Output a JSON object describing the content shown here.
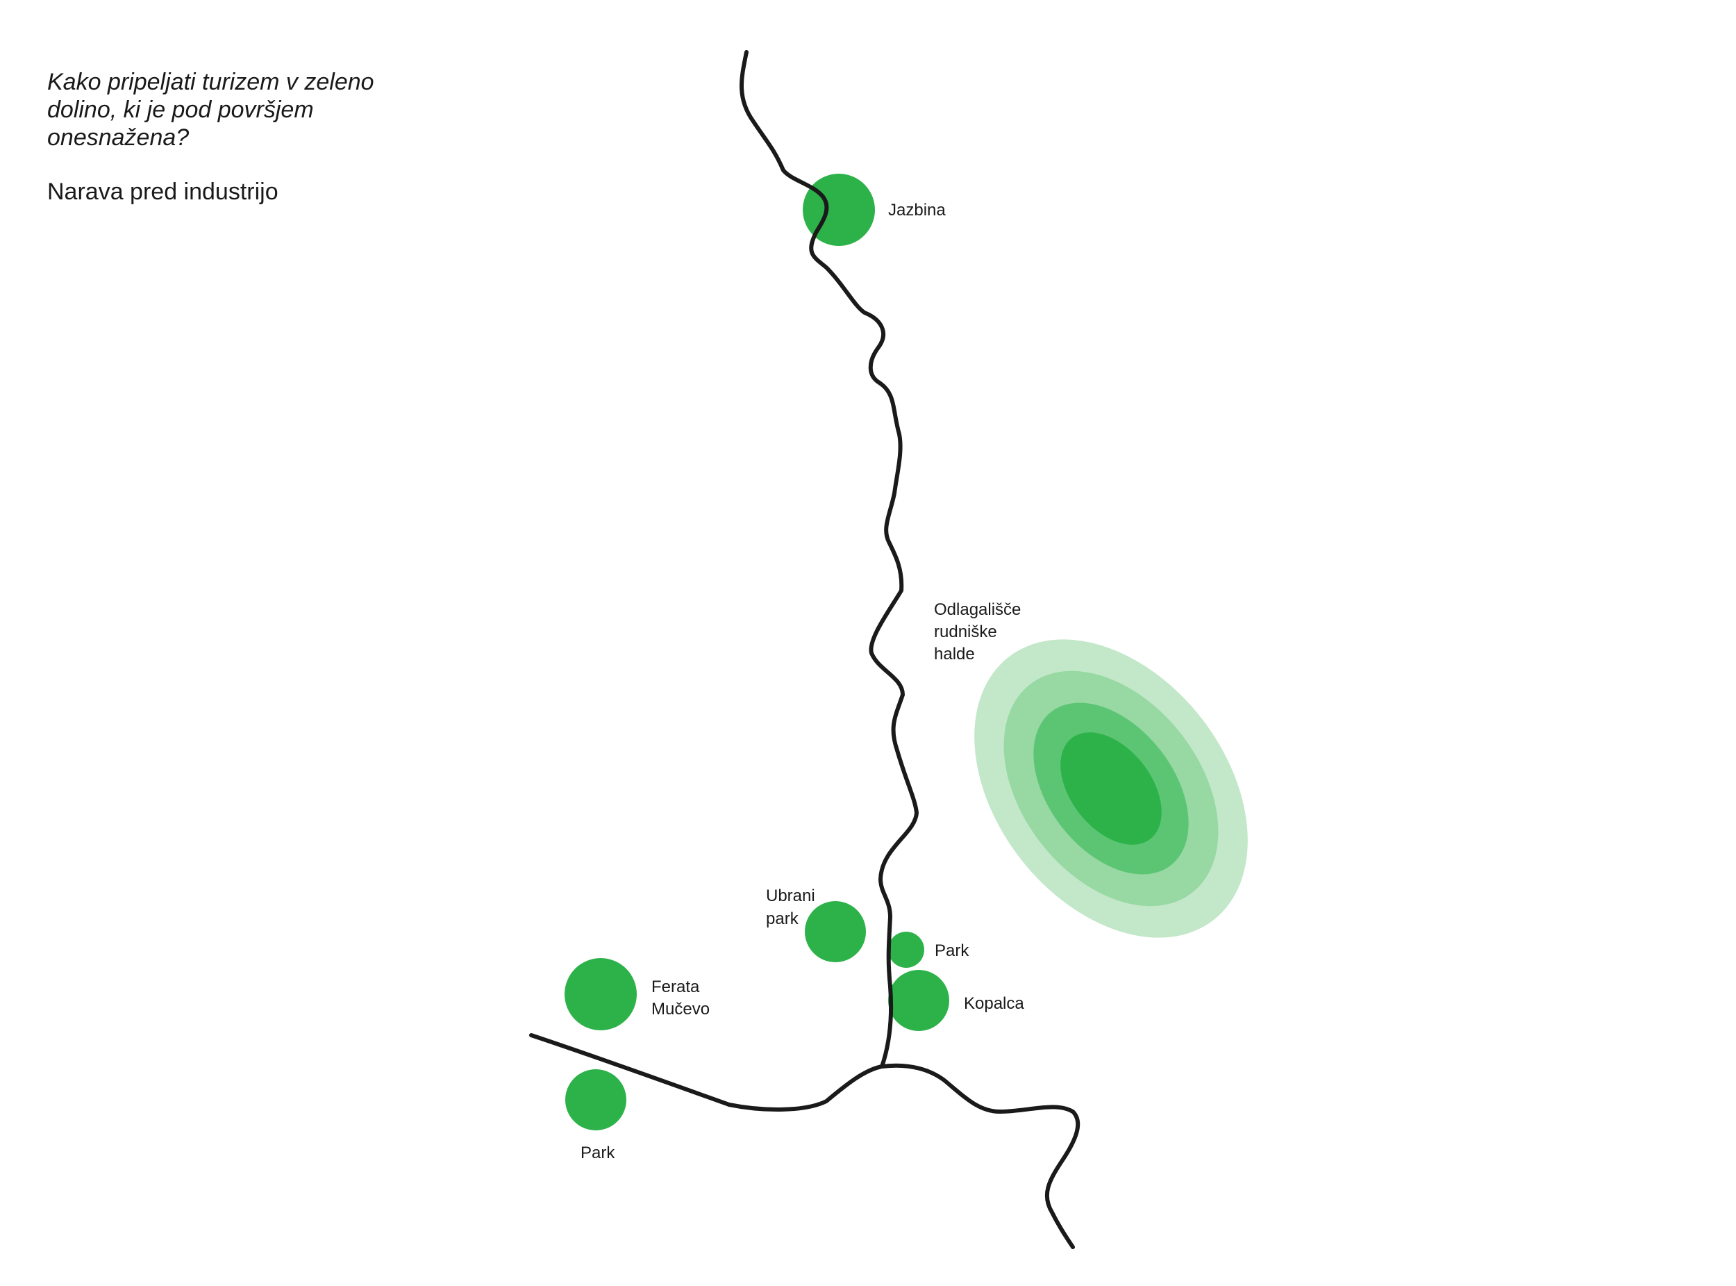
{
  "header": {
    "question": "Kako pripeljati turizem v zeleno\ndolino, ki je pod površjem\nonesnažena?",
    "subtitle": "Narava pred industrijo"
  },
  "colors": {
    "site": "#2db24a",
    "zone_outer": "#c3e8c9",
    "zone_mid": "#97d8a3",
    "zone_inner": "#5cc573",
    "zone_core": "#2db24a",
    "line": "#1a1a1a"
  },
  "places": {
    "jazbina": "Jazbina",
    "odlagalisce": [
      "Odlagališče",
      "rudniške",
      "halde"
    ],
    "ubrani_park": [
      "Ubrani",
      "park"
    ],
    "park_small": "Park",
    "kopalca": "Kopalca",
    "ferata": [
      "Ferata",
      "Mučevo"
    ],
    "park_sw": "Park"
  },
  "icons": {
    "site": "green-circle-icon",
    "pollution": "contamination-zone-icon"
  }
}
